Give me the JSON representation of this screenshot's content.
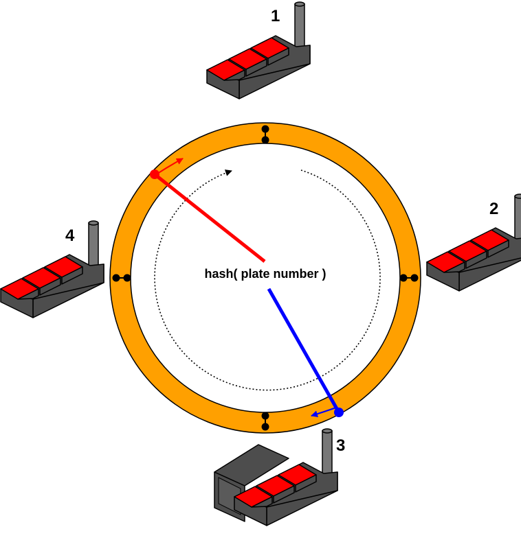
{
  "center_label": "hash( plate number )",
  "factories": [
    {
      "id": "1",
      "label": "1"
    },
    {
      "id": "2",
      "label": "2"
    },
    {
      "id": "3",
      "label": "3"
    },
    {
      "id": "4",
      "label": "4"
    }
  ],
  "colors": {
    "ring": "#FFA000",
    "roof": "#FF0000",
    "body": "#4D4D4D",
    "chimney": "#777777",
    "red_pointer": "#FF0000",
    "blue_pointer": "#0000FF"
  }
}
